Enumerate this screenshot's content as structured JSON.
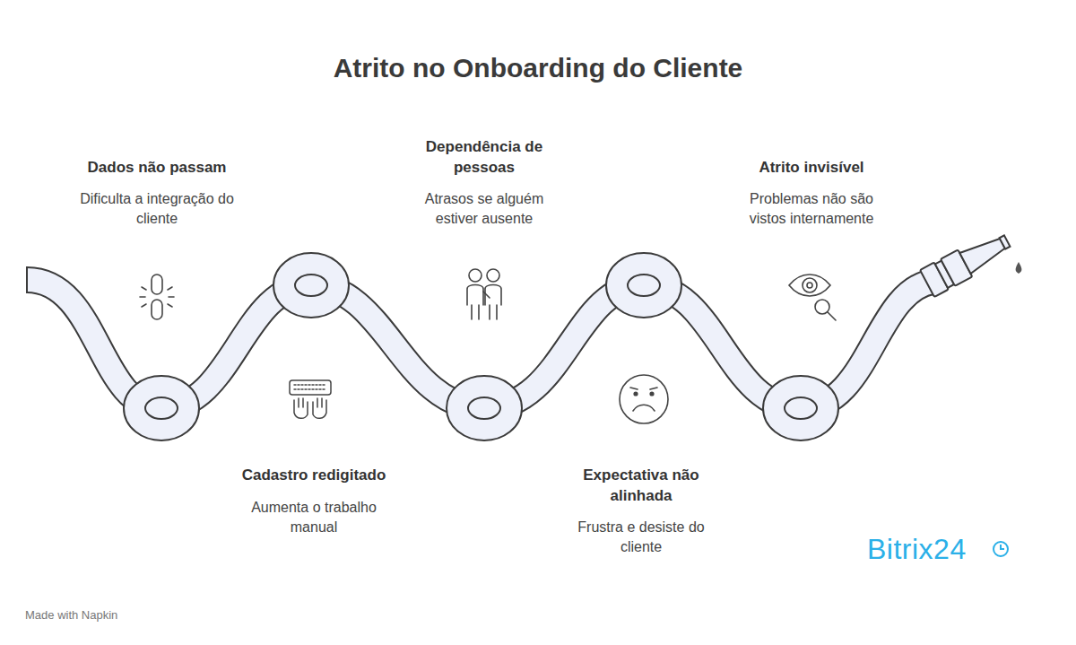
{
  "diagram": {
    "title": "Atrito no Onboarding do Cliente",
    "labels": [
      "Dados não passam",
      "Dificulta a integração do cliente",
      "Dependência de pessoas",
      "Atrasos se alguém estiver ausente",
      "Atrito invisível",
      "Problemas não são vistos internamente",
      "Cadastro redigitado",
      "Aumenta o trabalho manual",
      "Expectativa não alinhada",
      "Frustra e desiste do cliente",
      "Bitrix24",
      "Made with Napkin"
    ]
  }
}
